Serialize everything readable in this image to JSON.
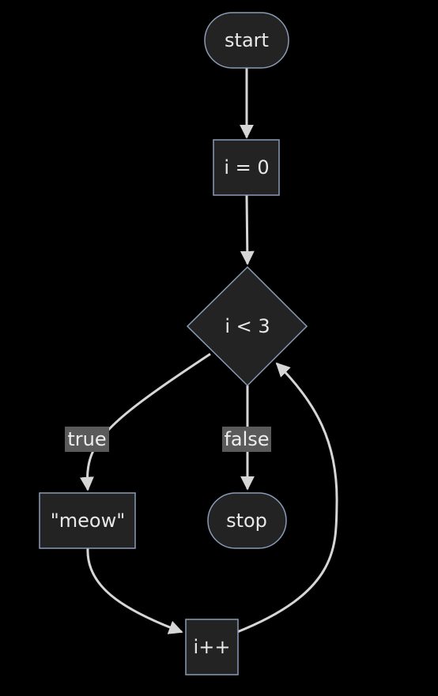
{
  "nodes": {
    "start": "start",
    "init": "i = 0",
    "condition": "i < 3",
    "body": "\"meow\"",
    "stop": "stop",
    "increment": "i++"
  },
  "edge_labels": {
    "true": "true",
    "false": "false"
  },
  "colors": {
    "background": "#000000",
    "node_fill": "#232323",
    "node_stroke": "#8a9bb8",
    "edge": "#d6d6d6",
    "label_bg": "#5a5a5a",
    "text": "#e8e8e8"
  }
}
